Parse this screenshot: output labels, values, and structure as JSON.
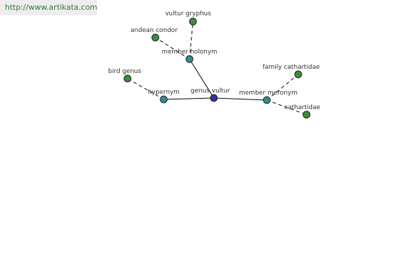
{
  "site": {
    "url": "http://www.artikata.com"
  },
  "colors": {
    "center": "#333399",
    "relation": "#338c8c",
    "term": "#3d8c3d",
    "node_stroke": "#222222",
    "edge": "#000000"
  },
  "graph": {
    "center": {
      "label": "genus vultur"
    },
    "relations": [
      {
        "label": "hypernym",
        "terms": [
          {
            "label": "bird genus"
          }
        ]
      },
      {
        "label": "member holonym",
        "terms": [
          {
            "label": "andean condor"
          },
          {
            "label": "vultur gryphus"
          }
        ]
      },
      {
        "label": "member meronym",
        "terms": [
          {
            "label": "family cathartidae"
          },
          {
            "label": "cathartidae"
          }
        ]
      }
    ]
  }
}
